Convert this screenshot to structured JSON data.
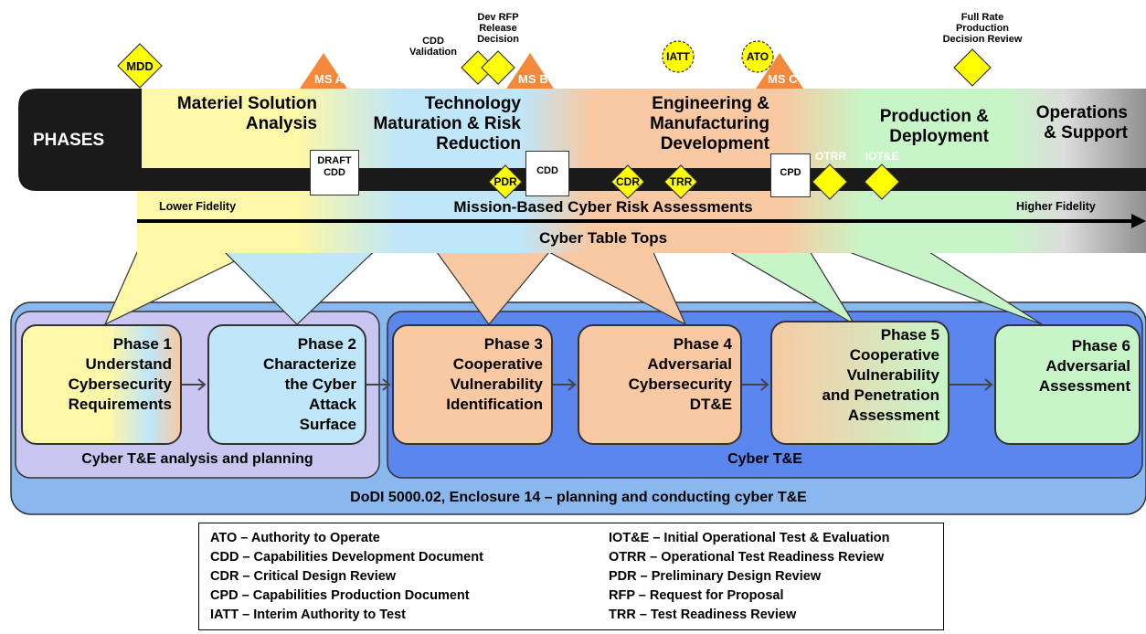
{
  "colors": {
    "msa": "#fdf7a8",
    "tmrr": "#bfe6f9",
    "emd": "#f8c9a2",
    "pd": "#c8f5c7",
    "os": "#bfbfbf",
    "milestone": "#f4893c",
    "decision": "#ffff00",
    "group_outer": "#8ab8ee",
    "group_left": "#c9c6f2",
    "group_right": "#5a86ee"
  },
  "timeline": {
    "phases_label": "PHASES",
    "phases": [
      {
        "lines": [
          "Materiel Solution",
          "Analysis"
        ]
      },
      {
        "lines": [
          "Technology",
          "Maturation & Risk",
          "Reduction"
        ]
      },
      {
        "lines": [
          "Engineering &",
          "Manufacturing",
          "Development"
        ]
      },
      {
        "lines": [
          "Production &",
          "Deployment"
        ]
      },
      {
        "lines": [
          "Operations",
          "& Support"
        ]
      }
    ],
    "milestones": [
      "MS A",
      "MS B",
      "MS C"
    ],
    "decisions": {
      "mdd": "MDD",
      "cdd_validation": [
        "CDD",
        "Validation"
      ],
      "dev_rfp": [
        "Dev RFP",
        "Release",
        "Decision"
      ],
      "full_rate": [
        "Full Rate",
        "Production",
        "Decision Review"
      ],
      "iatt": "IATT",
      "ato": "ATO",
      "pdr": "PDR",
      "cdr": "CDR",
      "trr": "TRR",
      "otrr": "OTRR",
      "iote": "IOT&E"
    },
    "documents": {
      "draft_cdd": [
        "DRAFT",
        "CDD"
      ],
      "cdd": "CDD",
      "cpd": "CPD"
    },
    "assessments": {
      "lower": "Lower Fidelity",
      "center": "Mission-Based Cyber Risk Assessments",
      "higher": "Higher Fidelity",
      "table_tops": "Cyber Table Tops"
    }
  },
  "process": {
    "phases": [
      {
        "lines": [
          "Phase 1",
          "Understand",
          "Cybersecurity",
          "Requirements"
        ]
      },
      {
        "lines": [
          "Phase 2",
          "Characterize",
          "the Cyber",
          "Attack",
          "Surface"
        ]
      },
      {
        "lines": [
          "Phase 3",
          "Cooperative",
          "Vulnerability",
          "Identification"
        ]
      },
      {
        "lines": [
          "Phase 4",
          "Adversarial",
          "Cybersecurity",
          "DT&E"
        ]
      },
      {
        "lines": [
          "Phase 5",
          "Cooperative",
          "Vulnerability",
          "and Penetration",
          "Assessment"
        ]
      },
      {
        "lines": [
          "Phase 6",
          "Adversarial",
          "Assessment"
        ]
      }
    ],
    "group_left_label": "Cyber T&E analysis and planning",
    "group_right_label": "Cyber T&E",
    "outer_label": "DoDI 5000.02, Enclosure 14 – planning and conducting cyber T&E"
  },
  "legend": {
    "left": [
      "ATO – Authority to Operate",
      "CDD – Capabilities Development Document",
      "CDR – Critical Design Review",
      "CPD – Capabilities Production Document",
      "IATT – Interim Authority to Test"
    ],
    "right": [
      "IOT&E – Initial Operational Test & Evaluation",
      "OTRR – Operational Test Readiness Review",
      "PDR – Preliminary Design Review",
      "RFP – Request for Proposal",
      "TRR – Test Readiness Review"
    ]
  }
}
